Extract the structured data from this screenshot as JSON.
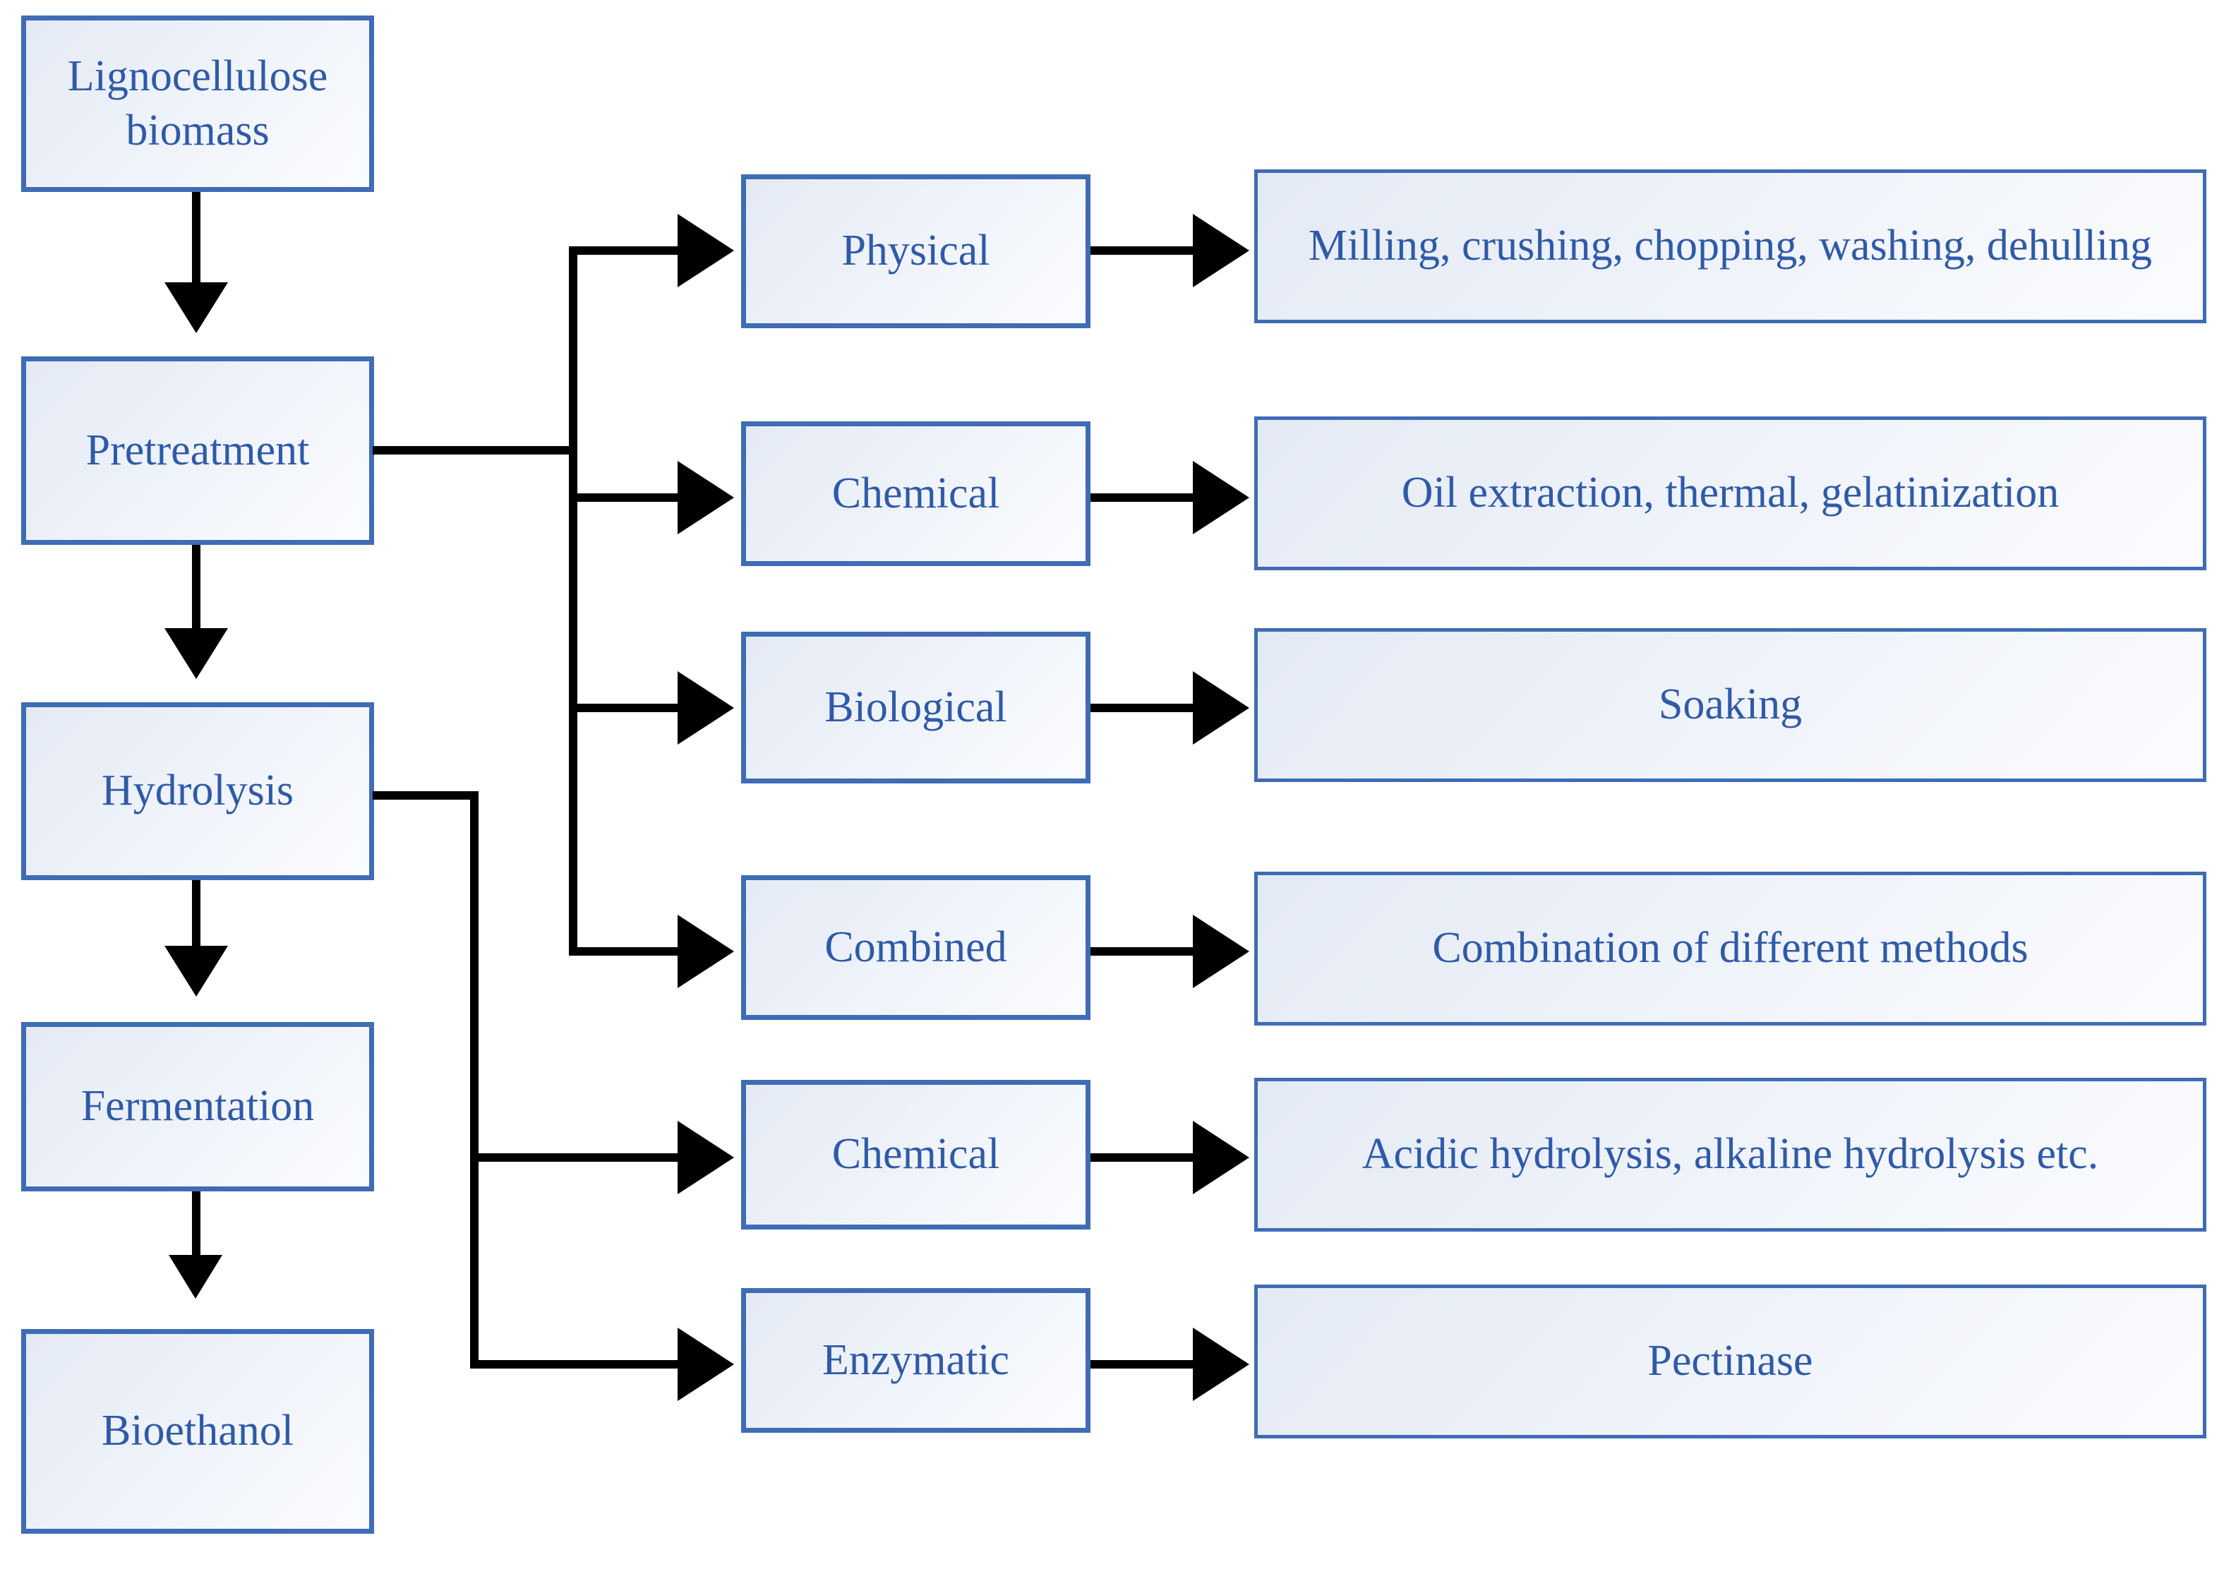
{
  "diagram": {
    "title": "Lignocellulose biomass to bioethanol process flow",
    "colors": {
      "box_border": "#3f6cb4",
      "box_fill_start": "#e4eaf4",
      "box_fill_end": "#fbfcfe",
      "text": "#2f5aa8",
      "connector": "#000000",
      "background": "#ffffff"
    },
    "main_stages": [
      {
        "id": "lignocellulose-biomass",
        "label": "Lignocellulose\nbiomass",
        "line1": "Lignocellulose",
        "line2": "biomass"
      },
      {
        "id": "pretreatment",
        "label": "Pretreatment"
      },
      {
        "id": "hydrolysis",
        "label": "Hydrolysis"
      },
      {
        "id": "fermentation",
        "label": "Fermentation"
      },
      {
        "id": "bioethanol",
        "label": "Bioethanol"
      }
    ],
    "branches": [
      {
        "parent": "pretreatment",
        "method": "Physical",
        "detail": "Milling, crushing, chopping, washing, dehulling"
      },
      {
        "parent": "pretreatment",
        "method": "Chemical",
        "detail": "Oil extraction, thermal, gelatinization"
      },
      {
        "parent": "pretreatment",
        "method": "Biological",
        "detail": "Soaking"
      },
      {
        "parent": "pretreatment",
        "method": "Combined",
        "detail": "Combination of different methods"
      },
      {
        "parent": "hydrolysis",
        "method": "Chemical",
        "detail": "Acidic hydrolysis, alkaline hydrolysis etc."
      },
      {
        "parent": "hydrolysis",
        "method": "Enzymatic",
        "detail": "Pectinase"
      }
    ]
  }
}
